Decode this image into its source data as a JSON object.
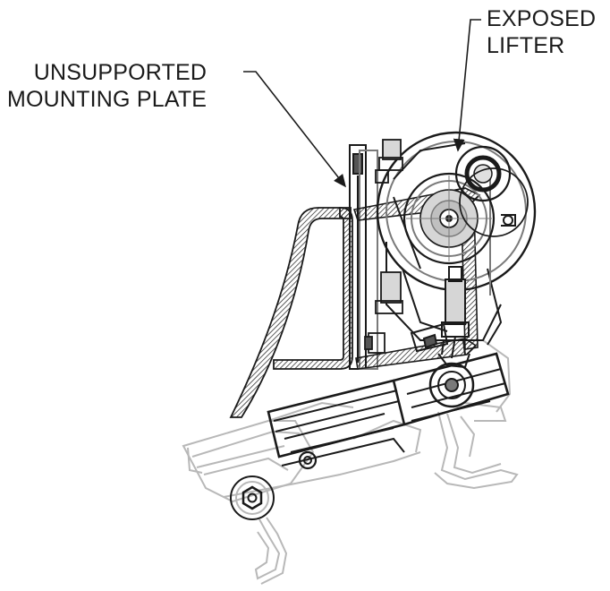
{
  "callouts": {
    "mounting_plate": {
      "line1": "UNSUPPORTED",
      "line2": "MOUNTING PLATE"
    },
    "lifter": {
      "line1": "EXPOSED",
      "line2": "LIFTER"
    }
  },
  "colors": {
    "ink": "#1a1a1a",
    "faded": "#b8b8b8",
    "mid": "#7a7a7a"
  }
}
